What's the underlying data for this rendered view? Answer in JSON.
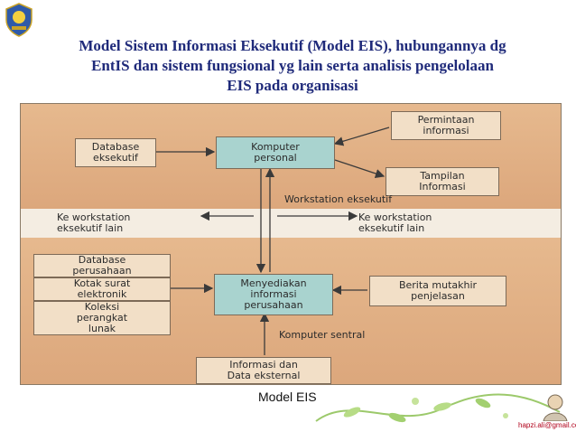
{
  "slide": {
    "title_lines": [
      "Model Sistem Informasi Eksekutif (Model EIS), hubungannya dg",
      "EntIS dan sistem fungsional yg lain serta analisis pengelolaan",
      "EIS pada organisasi"
    ],
    "caption": "Model EIS",
    "email": "hapzi.ali@gmail.com"
  },
  "diagram": {
    "database_eksekutif": "Database\neksekutif",
    "komputer_personal": "Komputer\npersonal",
    "permintaan_informasi": "Permintaan\ninformasi",
    "tampilan_informasi": "Tampilan\nInformasi",
    "workstation_eksekutif": "Workstation eksekutif",
    "ke_workstation_left": "Ke workstation\neksekutif lain",
    "ke_workstation_right": "Ke workstation\neksekutif lain",
    "database_perusahaan": "Database\nperusahaan",
    "kotak_surat": "Kotak surat\nelektronik",
    "koleksi_perangkat": "Koleksi\nperangkat\nlunak",
    "menyediakan_informasi": "Menyediakan\ninformasi\nperusahaan",
    "berita_mutakhir": "Berita mutakhir\npenjelasan",
    "komputer_sentral": "Komputer sentral",
    "informasi_data_eksternal": "Informasi dan\nData eksternal"
  },
  "colors": {
    "title": "#1f2a7a",
    "band": "#dca77c",
    "teal_box": "#a9d3cf",
    "cream_box": "#f2dfc7"
  },
  "icons": [
    "institution-logo-icon",
    "leaf-decoration-icon",
    "presenter-avatar-icon"
  ]
}
